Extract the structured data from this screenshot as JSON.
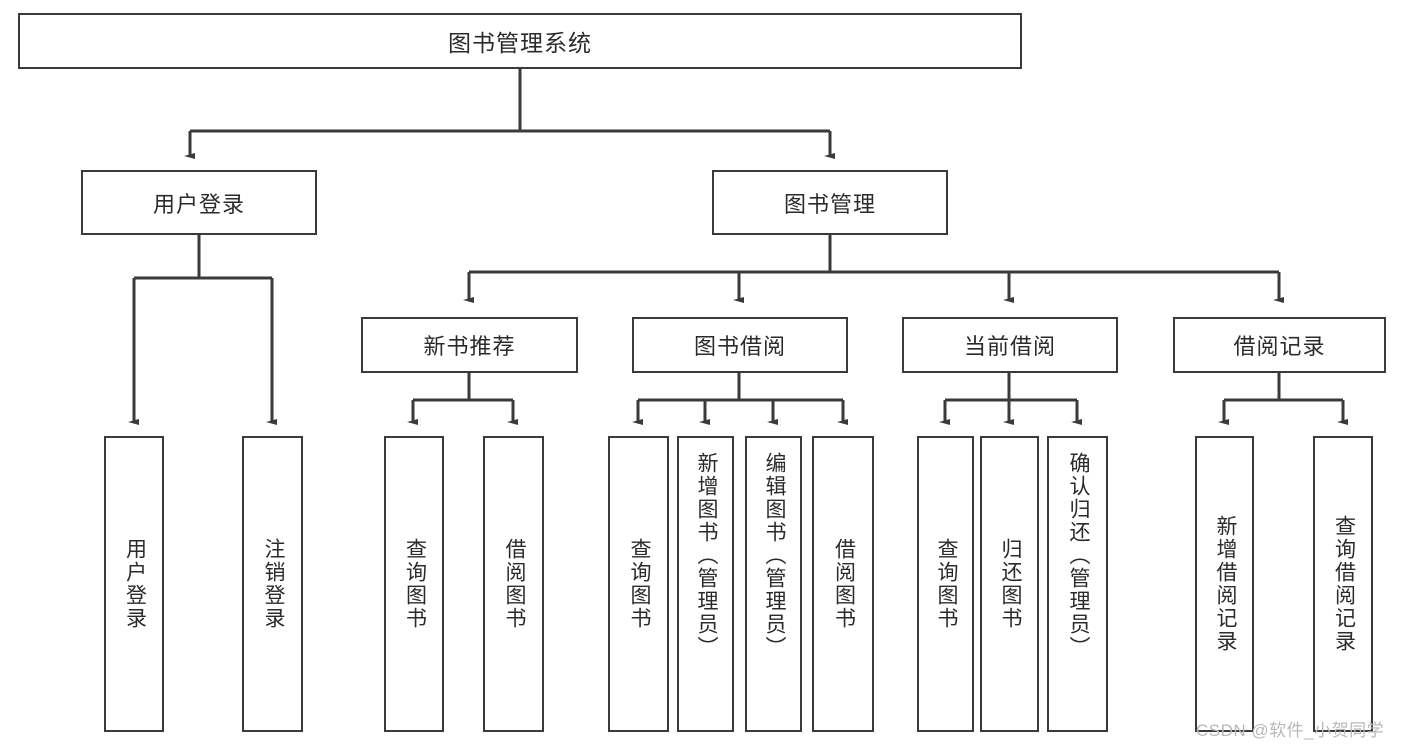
{
  "diagram": {
    "title_node": {
      "label": "图书管理系统"
    },
    "level2": [
      {
        "id": "user-login",
        "label": "用户登录"
      },
      {
        "id": "book-manage",
        "label": "图书管理"
      }
    ],
    "level3": [
      {
        "id": "new-book-recommend",
        "label": "新书推荐"
      },
      {
        "id": "book-borrow",
        "label": "图书借阅"
      },
      {
        "id": "current-borrow",
        "label": "当前借阅"
      },
      {
        "id": "borrow-record",
        "label": "借阅记录"
      }
    ],
    "leaves": [
      {
        "id": "leaf-user-login",
        "label": "用户登录",
        "parent": "user-login"
      },
      {
        "id": "leaf-logout-login",
        "label": "注销登录",
        "parent": "user-login"
      },
      {
        "id": "leaf-query-book-1",
        "label": "查询图书",
        "parent": "new-book-recommend"
      },
      {
        "id": "leaf-borrow-book-1",
        "label": "借阅图书",
        "parent": "new-book-recommend"
      },
      {
        "id": "leaf-query-book-2",
        "label": "查询图书",
        "parent": "book-borrow"
      },
      {
        "id": "leaf-add-book",
        "label": "新增图书（管理员）",
        "parent": "book-borrow"
      },
      {
        "id": "leaf-edit-book",
        "label": "编辑图书（管理员）",
        "parent": "book-borrow"
      },
      {
        "id": "leaf-borrow-book-2",
        "label": "借阅图书",
        "parent": "book-borrow"
      },
      {
        "id": "leaf-query-book-3",
        "label": "查询图书",
        "parent": "current-borrow"
      },
      {
        "id": "leaf-return-book",
        "label": "归还图书",
        "parent": "current-borrow"
      },
      {
        "id": "leaf-confirm-return",
        "label": "确认归还（管理员）",
        "parent": "current-borrow"
      },
      {
        "id": "leaf-add-record",
        "label": "新增借阅记录",
        "parent": "borrow-record"
      },
      {
        "id": "leaf-query-record",
        "label": "查询借阅记录",
        "parent": "borrow-record"
      }
    ],
    "watermark": "CSDN @软件_小贺同学",
    "colors": {
      "stroke": "#3a3a3a",
      "background": "#ffffff",
      "text": "#2b2b2b",
      "watermark": "#b9b9b9"
    }
  }
}
